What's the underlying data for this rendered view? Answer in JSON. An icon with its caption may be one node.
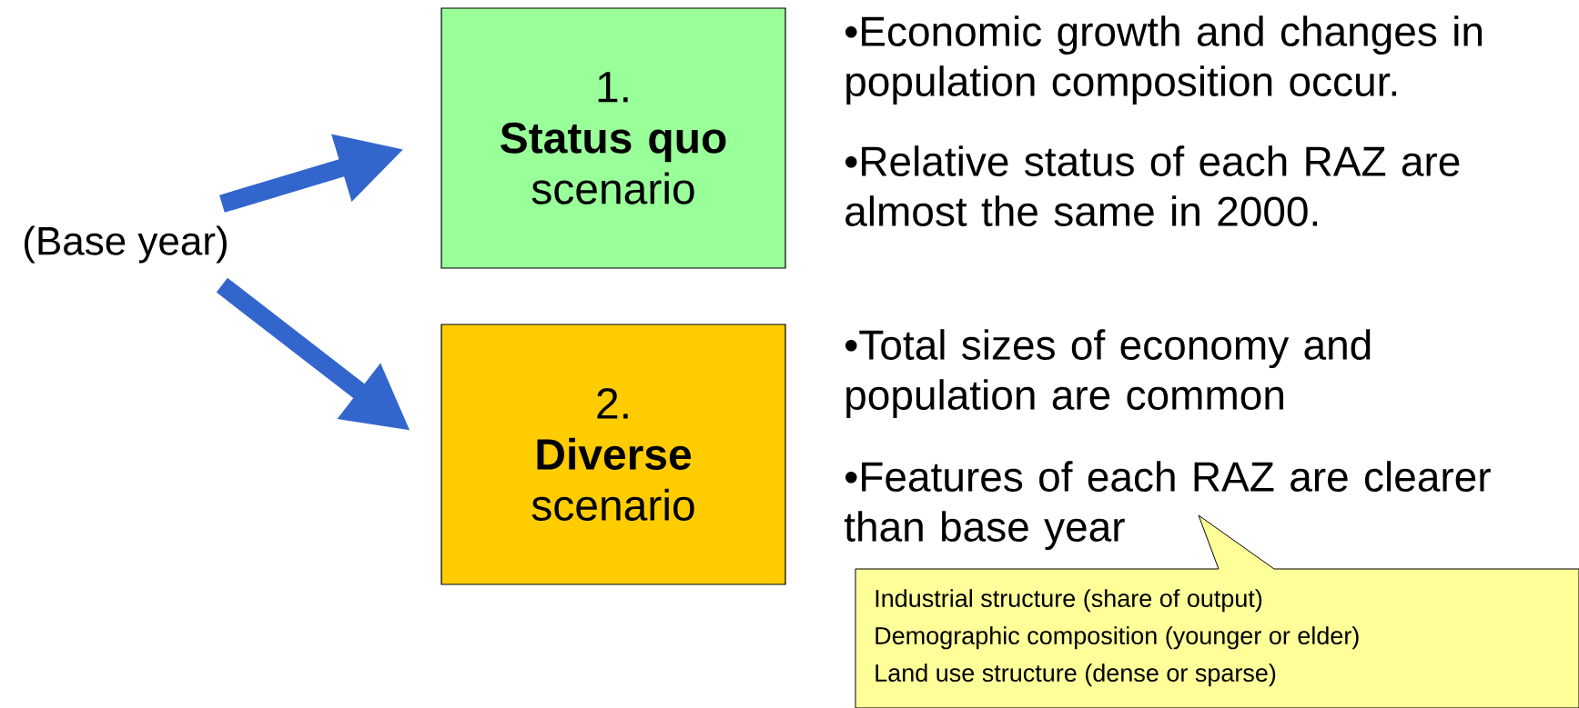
{
  "diagram": {
    "nodes": [
      {
        "text": [
          "(Base year)"
        ]
      },
      {
        "text": [
          "1.",
          "**Status quo** scenario"
        ]
      },
      {
        "text": [
          "2.",
          "**Diverse** scenario"
        ]
      },
      {
        "text": [
          "Industrial structure  (share of output)",
          "Demographic composition (younger or elder)",
          "Land use structure (dense or sparse)"
        ]
      }
    ],
    "edges": [
      {
        "from": 0,
        "to": 1,
        "arrow": "to",
        "color": "#3366cc"
      },
      {
        "from": 0,
        "to": 2,
        "arrow": "to",
        "color": "#3366cc"
      }
    ],
    "labels": [
      "•Economic growth and changes in population composition occur.",
      "•Relative status of each RAZ are almost the same in 2000.",
      "•Total sizes of economy and population are common",
      "•Features of each RAZ are clearer than base year"
    ]
  }
}
